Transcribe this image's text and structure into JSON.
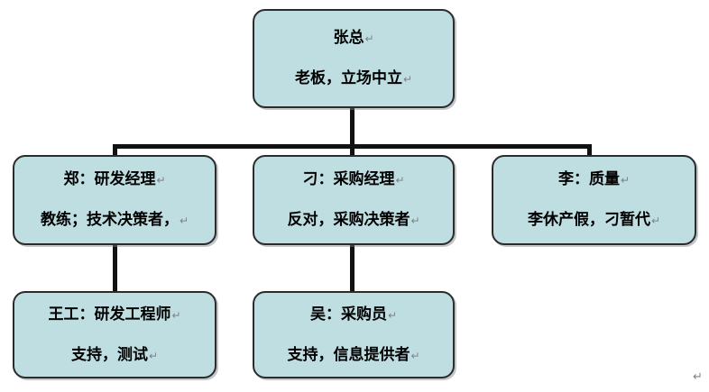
{
  "diagram": {
    "type": "org-chart",
    "background_color": "#ffffff",
    "node_fill_color": "#bedee2",
    "node_border_color": "#2b2b2b",
    "connector_color": "#111111",
    "return_mark": "↵",
    "stray_mark": "↵",
    "nodes": [
      {
        "id": "boss",
        "title": "张总",
        "subtitle": "老板，立场中立"
      },
      {
        "id": "rd-manager",
        "title": "郑：研发经理",
        "subtitle": "教练；技术决策者，"
      },
      {
        "id": "purchasing-manager",
        "title": "刁：采购经理",
        "subtitle": "反对，采购决策者"
      },
      {
        "id": "quality",
        "title": "李：质量",
        "subtitle": "李休产假，刁暂代"
      },
      {
        "id": "rd-engineer",
        "title": "王工：研发工程师",
        "subtitle": "支持，测试"
      },
      {
        "id": "buyer",
        "title": "吴：采购员",
        "subtitle": "支持，信息提供者"
      }
    ]
  }
}
